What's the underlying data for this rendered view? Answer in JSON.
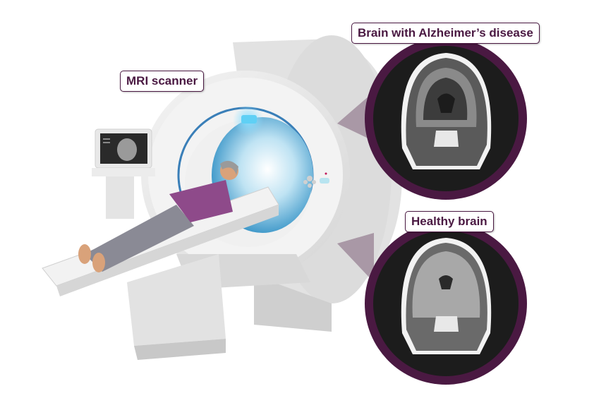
{
  "labels": {
    "mri_scanner": "MRI scanner",
    "alzheimers_brain": "Brain with Alzheimer’s disease",
    "healthy_brain": "Healthy brain"
  },
  "colors": {
    "accent": "#4a1942",
    "scan_background": "#1c1c1c",
    "scanner_body": "#e6e6e6",
    "bore_light": "#3fa9d8",
    "patient_shirt": "#8e4a8a",
    "patient_pants": "#8a8a95"
  },
  "icons": [
    "mri-scanner",
    "patient",
    "monitor",
    "brain-scan-alzheimers",
    "brain-scan-healthy",
    "control-panel"
  ]
}
